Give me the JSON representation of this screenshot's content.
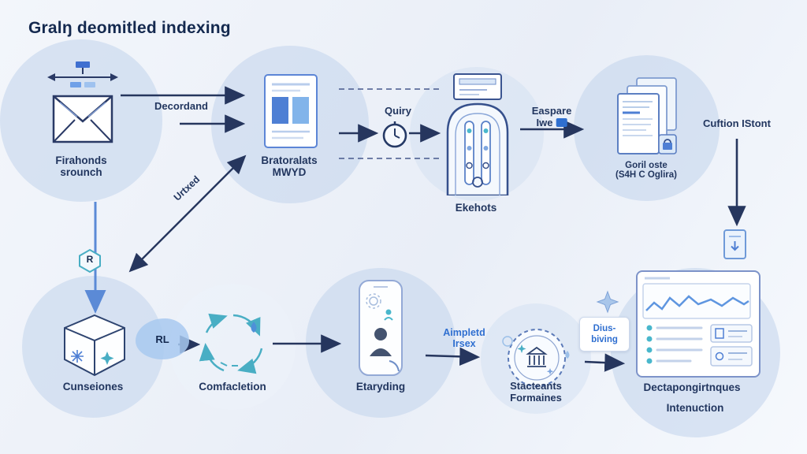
{
  "title": "Gralŋ deomitled indexing",
  "top": {
    "source": {
      "line1": "Firahonds",
      "line2": "srounch"
    },
    "decordand_label": "Decordand",
    "documents": {
      "line1": "Bratoralats",
      "line2": "MWYD"
    },
    "quiry_label": "Quiry",
    "ekehots_label": "Ekehots",
    "easpare": {
      "line1": "Easpare",
      "line2": "Iwe"
    },
    "goril": {
      "line1": "Goril oste",
      "line2": "(S4H C Oglira)"
    },
    "cuftion_label": "Cuftion IStont",
    "urtxed_label": "Urtxed"
  },
  "bottom": {
    "r_badge": "R",
    "cunseiones_label": "Cunseiones",
    "rl_label": "RL",
    "comfacletion_label": "Comfacletion",
    "etaryding_label": "Etaryding",
    "aimpletd": {
      "line1": "Aimpletd",
      "line2": "Irsex"
    },
    "stacteants": {
      "line1": "Stacteants",
      "line2": "Formaines"
    },
    "dius": {
      "line1": "Dius-",
      "line2": "biving"
    },
    "dashboard": {
      "line1": "Dectapongirtnques",
      "line2": "Intenuction"
    }
  },
  "colors": {
    "navy": "#22365f",
    "navydark": "#14294f",
    "blue": "#2f6fd0",
    "steel": "#5b8ad6",
    "teal": "#49aec4",
    "bubble": "#cddcf0"
  }
}
